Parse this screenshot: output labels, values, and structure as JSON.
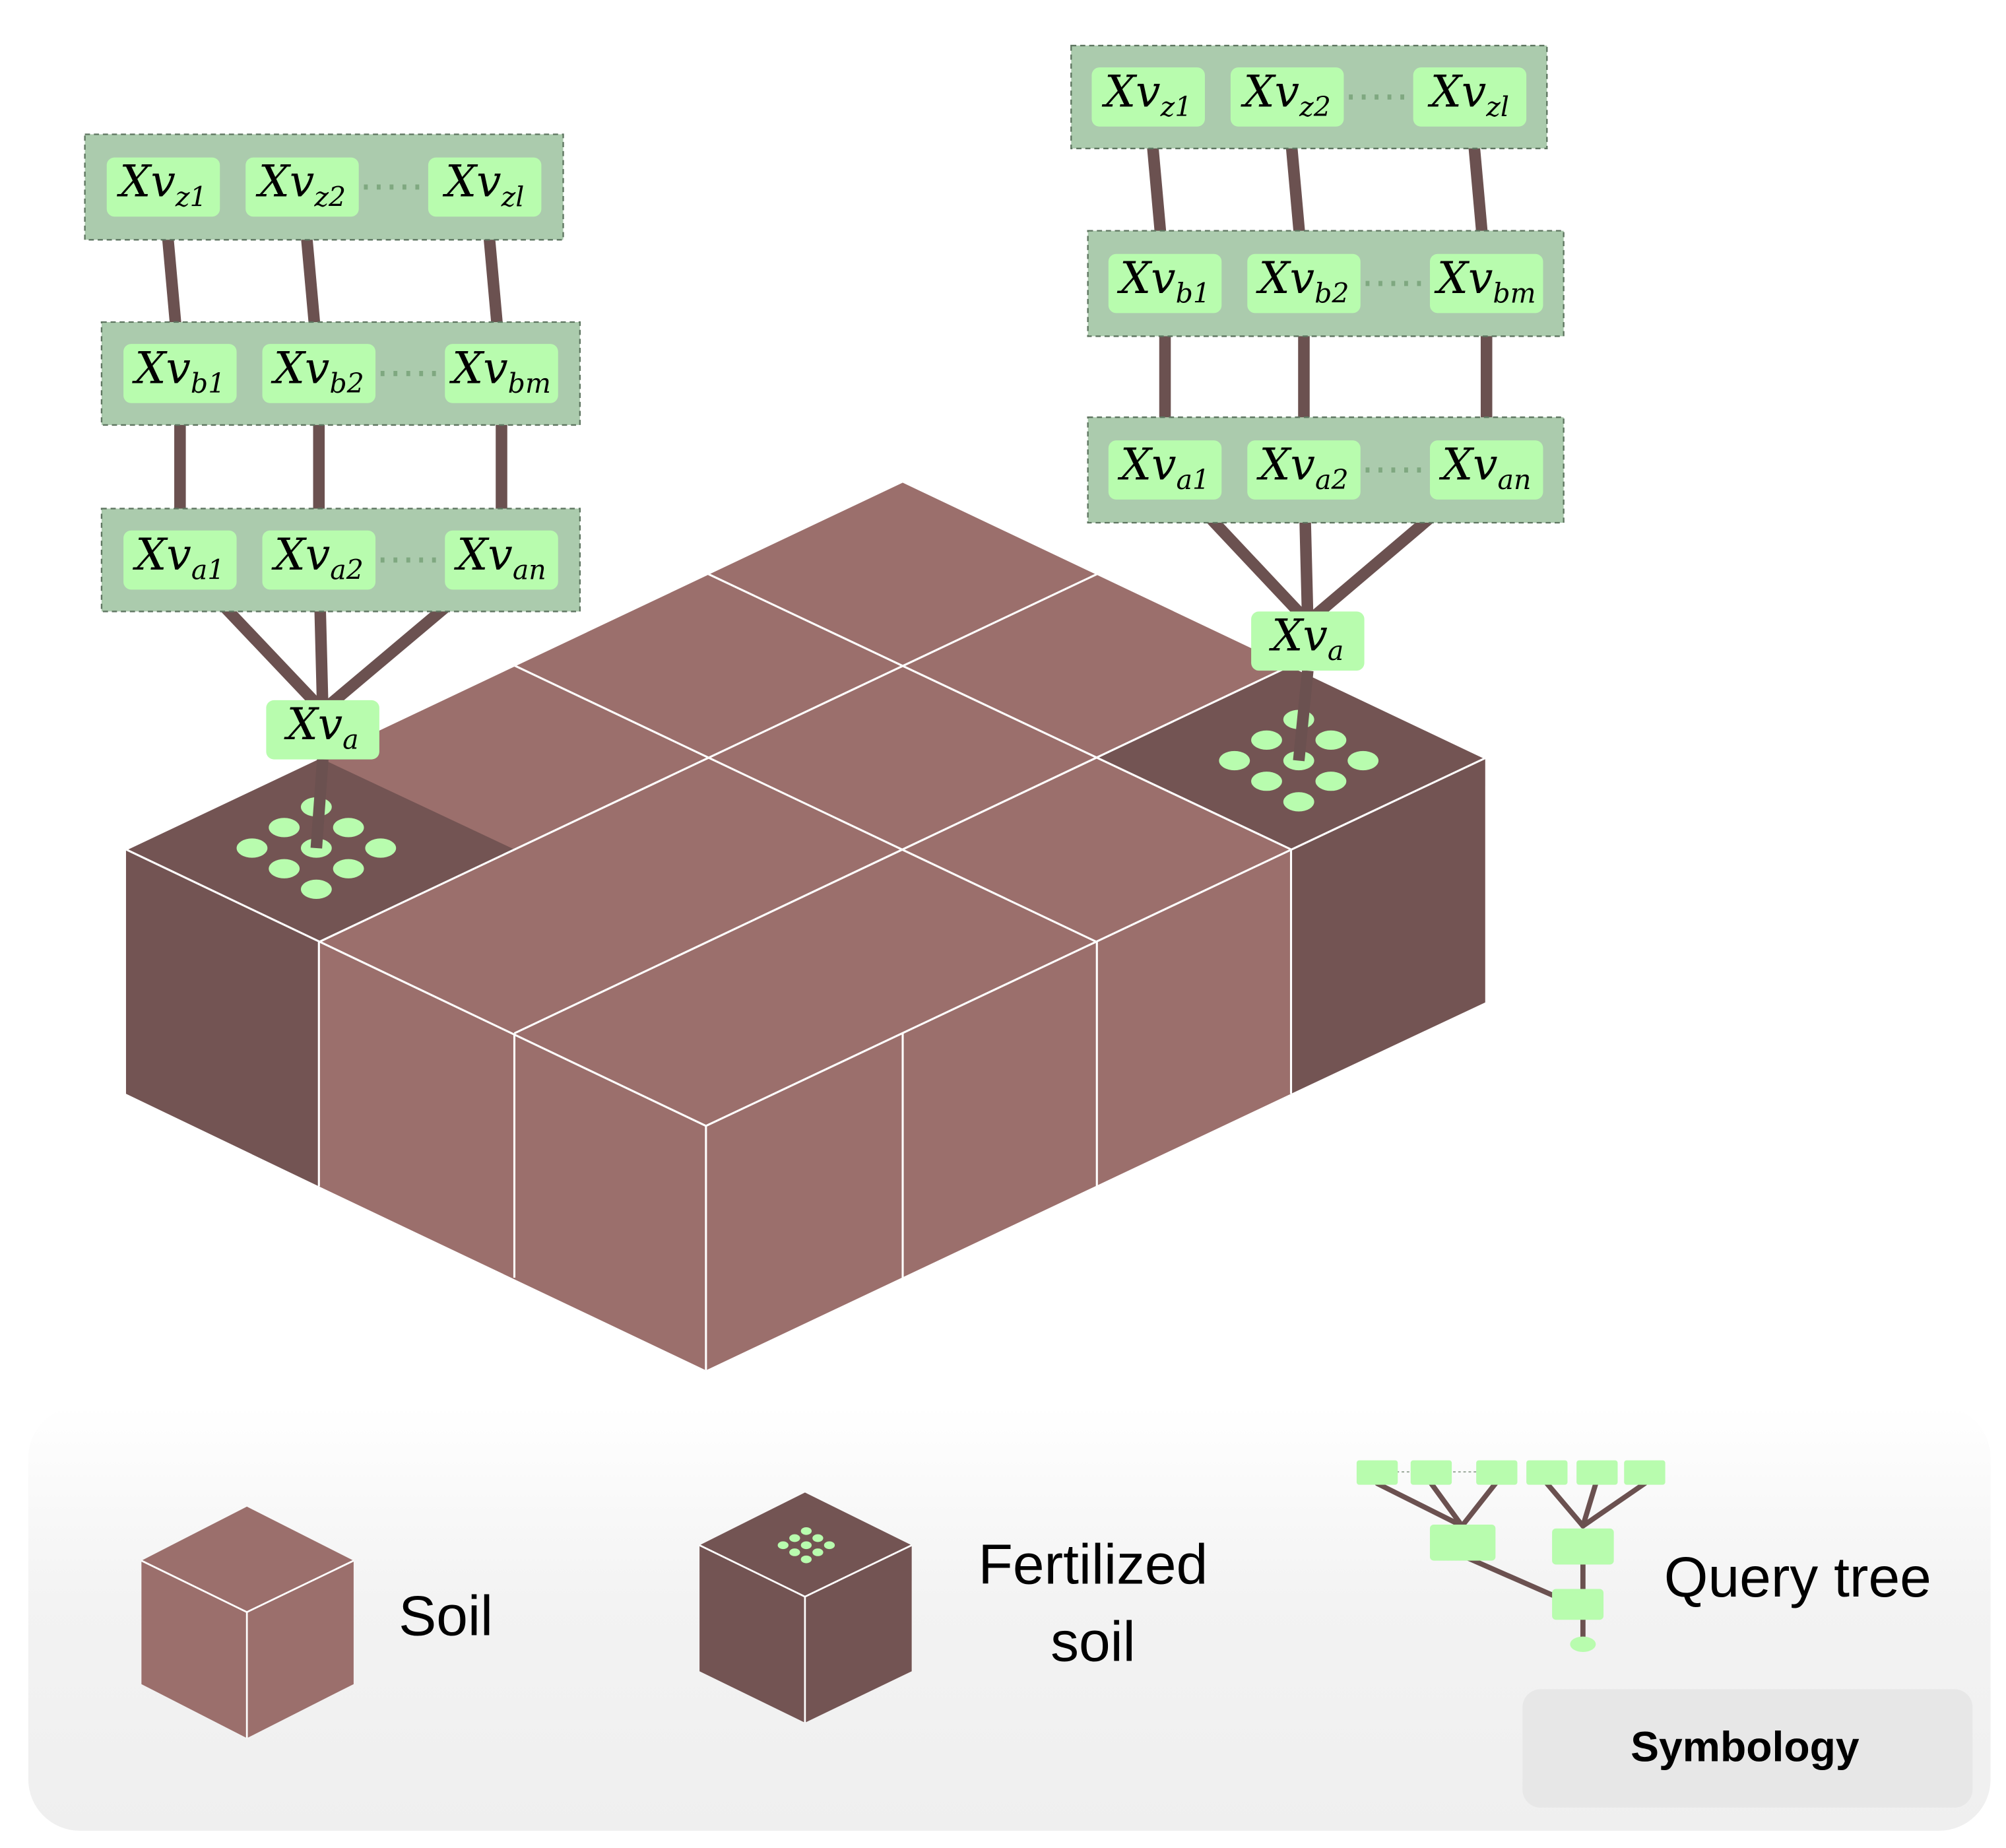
{
  "colors": {
    "soil_top": "#9B6F6C",
    "soil_side": "#9B6F6C",
    "fertilized_top": "#735453",
    "fertilized_side": "#735453",
    "grid_line": "#ffffff",
    "node_fill": "#B8FCAE",
    "group_fill": "#ABCBAD",
    "group_border": "#5E7560",
    "edge": "#6B5150",
    "dots": "#B8FCAE",
    "legend_bg_top": "#ffffff",
    "legend_bg_bottom": "#EFEFEF",
    "symbology_bg": "#E7E7E7"
  },
  "trees": [
    {
      "id": "left",
      "root": {
        "base": "Xv",
        "sub": "a"
      },
      "levels": [
        {
          "nodes": [
            {
              "base": "Xv",
              "sub": "a1"
            },
            {
              "base": "Xv",
              "sub": "a2"
            },
            {
              "base": "Xv",
              "sub": "an"
            }
          ]
        },
        {
          "nodes": [
            {
              "base": "Xv",
              "sub": "b1"
            },
            {
              "base": "Xv",
              "sub": "b2"
            },
            {
              "base": "Xv",
              "sub": "bm"
            }
          ]
        },
        {
          "nodes": [
            {
              "base": "Xv",
              "sub": "z1"
            },
            {
              "base": "Xv",
              "sub": "z2"
            },
            {
              "base": "Xv",
              "sub": "zl"
            }
          ]
        }
      ]
    },
    {
      "id": "right",
      "root": {
        "base": "Xv",
        "sub": "a"
      },
      "levels": [
        {
          "nodes": [
            {
              "base": "Xv",
              "sub": "a1"
            },
            {
              "base": "Xv",
              "sub": "a2"
            },
            {
              "base": "Xv",
              "sub": "an"
            }
          ]
        },
        {
          "nodes": [
            {
              "base": "Xv",
              "sub": "b1"
            },
            {
              "base": "Xv",
              "sub": "b2"
            },
            {
              "base": "Xv",
              "sub": "bm"
            }
          ]
        },
        {
          "nodes": [
            {
              "base": "Xv",
              "sub": "z1"
            },
            {
              "base": "Xv",
              "sub": "z2"
            },
            {
              "base": "Xv",
              "sub": "zl"
            }
          ]
        }
      ]
    }
  ],
  "legend": {
    "soil_label": "Soil",
    "fertilized_label_line1": "Fertilized",
    "fertilized_label_line2": "soil",
    "query_tree_label": "Query tree",
    "symbology_label": "Symbology"
  }
}
